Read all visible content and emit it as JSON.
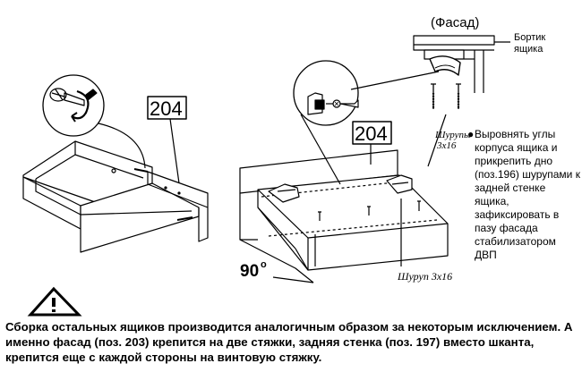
{
  "left_view": {
    "part_label": "204"
  },
  "right_view": {
    "part_label": "204",
    "facade_label": "(Фасад)",
    "rim_label": "Бортик ящика",
    "screws_top_label_line1": "Шурупы",
    "screws_top_label_line2": "3x16",
    "screw_bottom_label": "Шуруп 3x16",
    "angle_label": "90",
    "angle_unit": "o",
    "instructions": "Выровнять углы корпуса ящика и прикрепить дно (поз.196) шурупами к задней стенке ящика, зафиксировать в пазу фасада стабилизатором ДВП"
  },
  "warning": {
    "icon": "warning-triangle-icon",
    "text": "Сборка остальных ящиков производится аналогичным образом за некоторым исключением. А именно фасад (поз. 203) крепится на две стяжки, задняя стенка (поз. 197) вместо шканта, крепится еще с каждой стороны на винтовую стяжку."
  }
}
